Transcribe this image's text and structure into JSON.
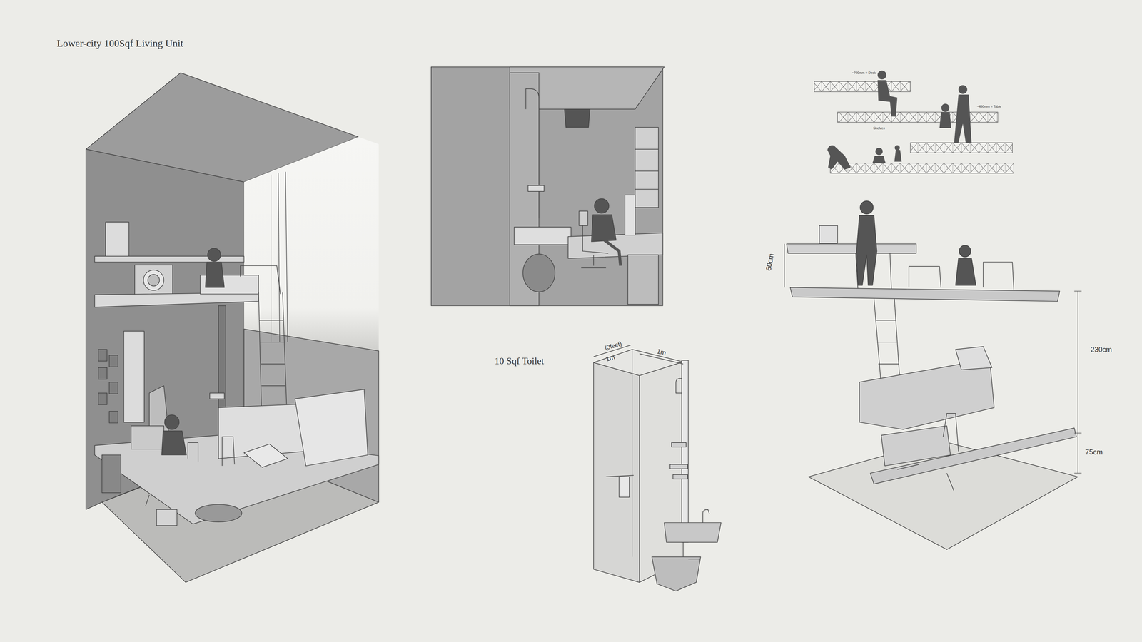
{
  "diagram": {
    "title": "Lower-city 100Sqf Living Unit",
    "labels": [
      "10 Sqf Toilet",
      "(3feet)",
      "1m",
      "1m",
      "60cm",
      "230cm",
      "75cm",
      "~700mm = Desk",
      "Shelves",
      "~450mm = Table"
    ]
  }
}
